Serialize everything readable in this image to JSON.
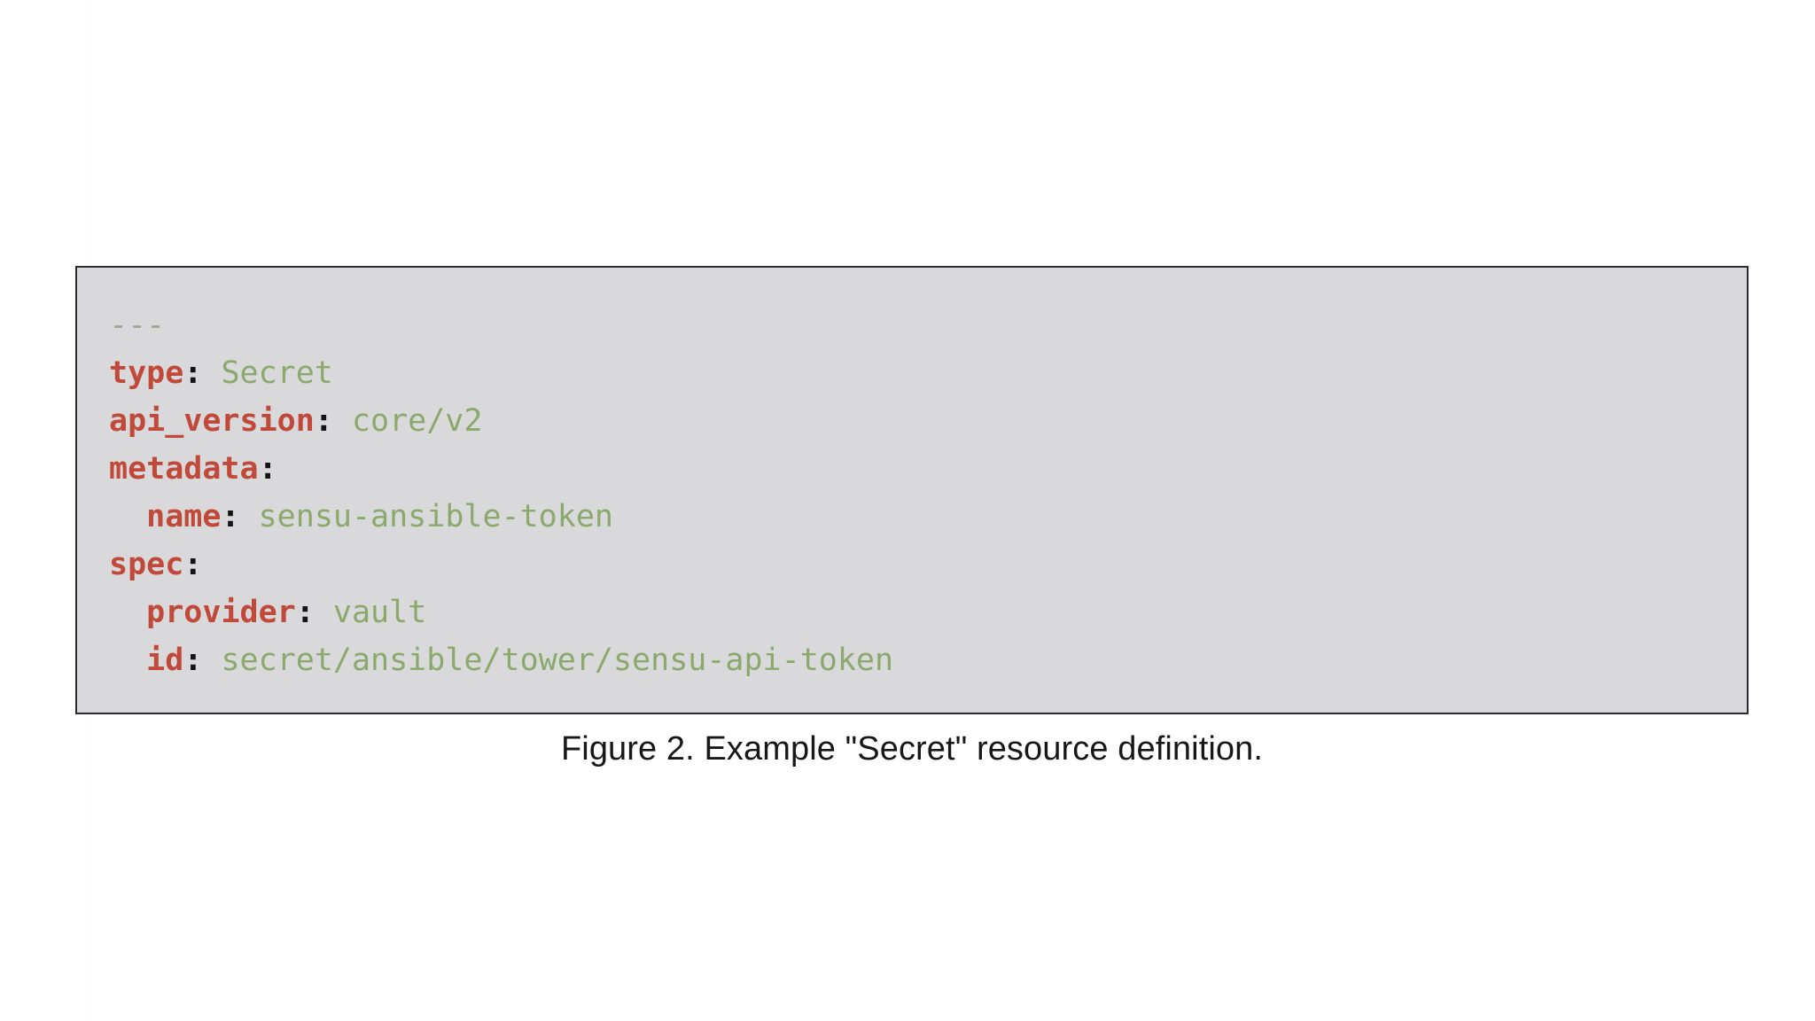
{
  "figure": {
    "caption": "Figure 2. Example \"Secret\" resource definition.",
    "language": "yaml",
    "colors": {
      "block_background": "#d9d9db",
      "block_border": "#2b2b2f",
      "page_background": "#ffffff",
      "key": "#c0493a",
      "value": "#8ba86d",
      "punctuation": "#141414",
      "document_marker": "#9aa894",
      "caption_text": "#17171a"
    },
    "code": {
      "lines": [
        {
          "indent": "",
          "marker": "---",
          "key": "",
          "colon": "",
          "value": ""
        },
        {
          "indent": "",
          "marker": "",
          "key": "type",
          "colon": ":",
          "value": "Secret"
        },
        {
          "indent": "",
          "marker": "",
          "key": "api_version",
          "colon": ":",
          "value": "core/v2"
        },
        {
          "indent": "",
          "marker": "",
          "key": "metadata",
          "colon": ":",
          "value": ""
        },
        {
          "indent": "  ",
          "marker": "",
          "key": "name",
          "colon": ":",
          "value": "sensu-ansible-token"
        },
        {
          "indent": "",
          "marker": "",
          "key": "spec",
          "colon": ":",
          "value": ""
        },
        {
          "indent": "  ",
          "marker": "",
          "key": "provider",
          "colon": ":",
          "value": "vault"
        },
        {
          "indent": "  ",
          "marker": "",
          "key": "id",
          "colon": ":",
          "value": "secret/ansible/tower/sensu-api-token"
        }
      ]
    }
  }
}
